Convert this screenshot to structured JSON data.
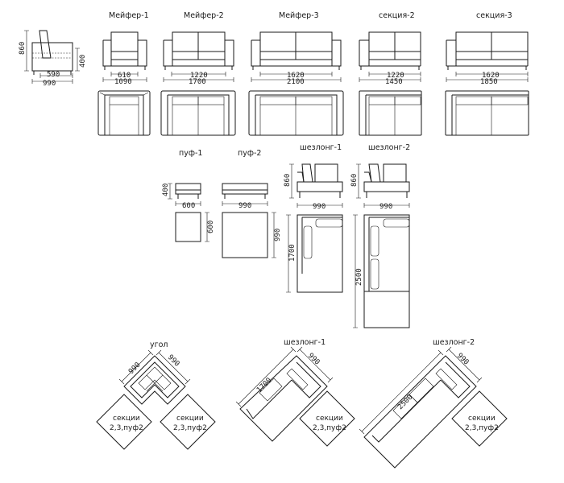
{
  "titles": {
    "mayfer1": "Мейфер-1",
    "mayfer2": "Мейфер-2",
    "mayfer3": "Мейфер-3",
    "section2": "секция-2",
    "section3": "секция-3",
    "puf1": "пуф-1",
    "puf2": "пуф-2",
    "chaise1": "шезлонг-1",
    "chaise2": "шезлонг-2",
    "corner": "угол",
    "layout_chaise1": "шезлонг-1",
    "layout_chaise2": "шезлонг-2"
  },
  "dims": {
    "side_height": "860",
    "side_seat": "400",
    "side_depth_inner": "590",
    "side_depth": "990",
    "m1_inner": "610",
    "m1_total": "1090",
    "m2_inner": "1220",
    "m2_total": "1700",
    "m3_inner": "1620",
    "m3_total": "2100",
    "s2_inner": "1220",
    "s2_total": "1450",
    "s3_inner": "1620",
    "s3_total": "1850",
    "puf1_h": "400",
    "puf1_w": "600",
    "puf1_d": "600",
    "puf2_w": "990",
    "puf2_d": "990",
    "ch1_h": "860",
    "ch1_w": "990",
    "ch1_len": "1700",
    "ch2_h": "860",
    "ch2_w": "990",
    "ch2_len": "2500",
    "corner_a": "990",
    "corner_b": "990",
    "lay1_len": "1700",
    "lay1_w": "990",
    "lay2_len": "2500",
    "lay2_w": "990"
  },
  "notes": {
    "sections_line1": "секции",
    "sections_line2": "2,3,пуф2"
  }
}
